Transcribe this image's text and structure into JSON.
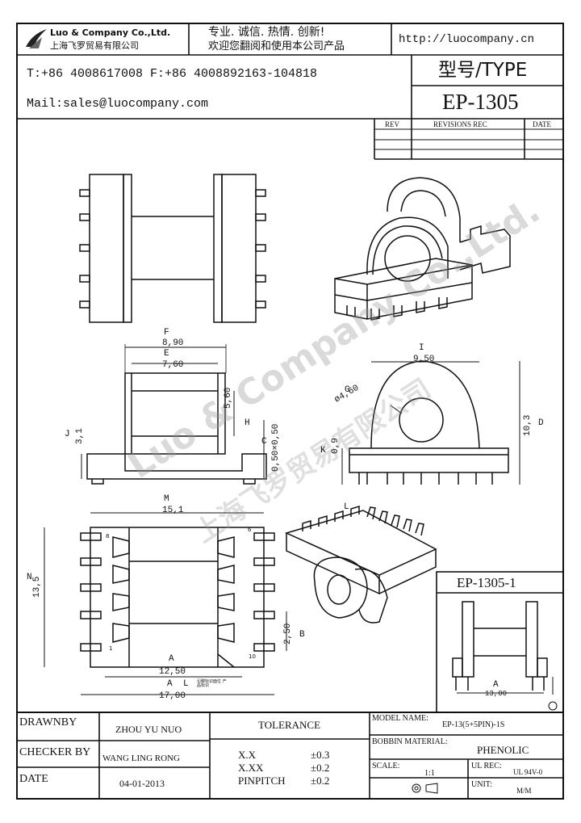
{
  "header": {
    "company_en": "Luo & Company Co.,Ltd.",
    "company_cn": "上海飞罗贸易有限公司",
    "slogan_1": "专业. 诚信. 热情. 创新!",
    "slogan_2": "欢迎您翻阅和使用本公司产品",
    "url": "http://luocompany.cn",
    "phone_fax": "T:+86 4008617008 F:+86 4008892163-104818",
    "mail": "Mail:sales@luocompany.com",
    "type_label": "型号/TYPE",
    "type_value": "EP-1305"
  },
  "revisions": {
    "col_rev": "REV",
    "col_rec": "REVISIONS REC",
    "col_date": "DATE"
  },
  "dimensions": {
    "F": "F",
    "F_val": "8,90",
    "E": "E",
    "E_val": "7,60",
    "H": "H",
    "H_val": "5,60",
    "C": "C",
    "C_val": "0,50×0,50",
    "J": "J",
    "J_val": "3,1",
    "I": "I",
    "I_val": "9,50",
    "G": "G",
    "G_val": "ø4,60",
    "D": "D",
    "D_val": "10,3",
    "K": "K",
    "K_val": "0,9",
    "L": "L",
    "M": "M",
    "M_val": "15,1",
    "N": "N",
    "N_val": "13,5",
    "B": "B",
    "B_val": "2,50",
    "A": "A",
    "A_val": "12,50",
    "A2": "A",
    "A2_val": "17,00",
    "L2": "L",
    "pin_8": "8",
    "pin_6": "6",
    "pin_1": "1",
    "pin_10": "10",
    "small_note": "引脚标识面位 产品标识",
    "side_A": "A",
    "side_val": "13,00"
  },
  "detail_box": {
    "title": "EP-1305-1"
  },
  "watermark": {
    "line1": "Luo & Company Co.,Ltd.",
    "line2": "上海飞罗贸易有限公司"
  },
  "title_block": {
    "drawnby_label": "DRAWNBY",
    "drawnby_value": "ZHOU YU NUO",
    "checker_label": "CHECKER BY",
    "checker_value": "WANG LING RONG",
    "date_label": "DATE",
    "date_value": "04-01-2013",
    "tolerance_label": "TOLERANCE",
    "tol_xx_label": "X.X",
    "tol_xx_value": "±0.3",
    "tol_xxx_label": "X.XX",
    "tol_xxx_value": "±0.2",
    "tol_pin_label": "PINPITCH",
    "tol_pin_value": "±0.2",
    "model_label": "MODEL NAME:",
    "model_value": "EP-13(5+5PIN)-1S",
    "bobbin_label": "BOBBIN MATERIAL:",
    "bobbin_value": "PHENOLIC",
    "scale_label": "SCALE:",
    "scale_value": "1:1",
    "ul_label": "UL REC:",
    "ul_value": "UL 94V-0",
    "unit_label": "UNIT:",
    "unit_value": "M/M"
  }
}
